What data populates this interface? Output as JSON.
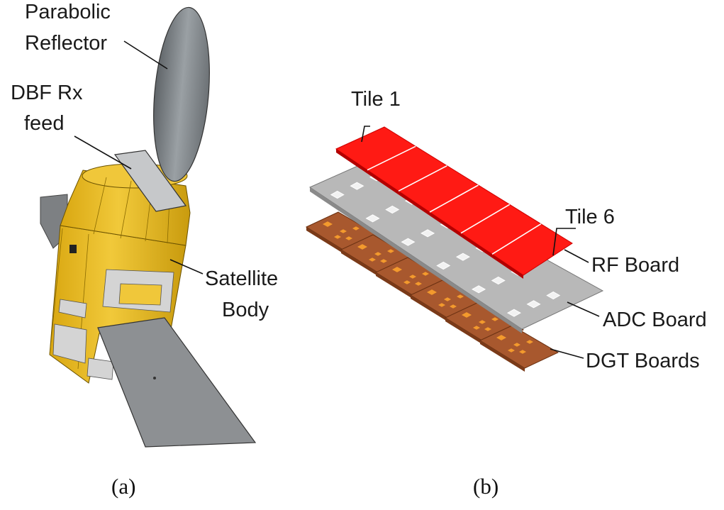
{
  "panel_a": {
    "labels": {
      "parabolic_line1": "Parabolic",
      "parabolic_line2": "Reflector",
      "dbf_line1": "DBF Rx",
      "dbf_line2": "feed",
      "body_line1": "Satellite",
      "body_line2": "Body"
    },
    "caption": "(a)"
  },
  "panel_b": {
    "labels": {
      "tile_first": "Tile 1",
      "tile_last": "Tile 6",
      "rf_board": "RF Board",
      "adc_board": "ADC Board",
      "dgt_boards": "DGT Boards"
    },
    "caption": "(b)",
    "tile_count": 6,
    "dgt_board_count": 6
  },
  "colors": {
    "gold_body": "#e5b51d",
    "gold_dark": "#b98b08",
    "reflector_gray": "#7f858a",
    "panel_gray": "#8a8d90",
    "rf_red": "#ff1a14",
    "adc_gray": "#b3b3b3",
    "dgt_brown": "#a8582e",
    "chip_orange": "#f39a2d"
  }
}
